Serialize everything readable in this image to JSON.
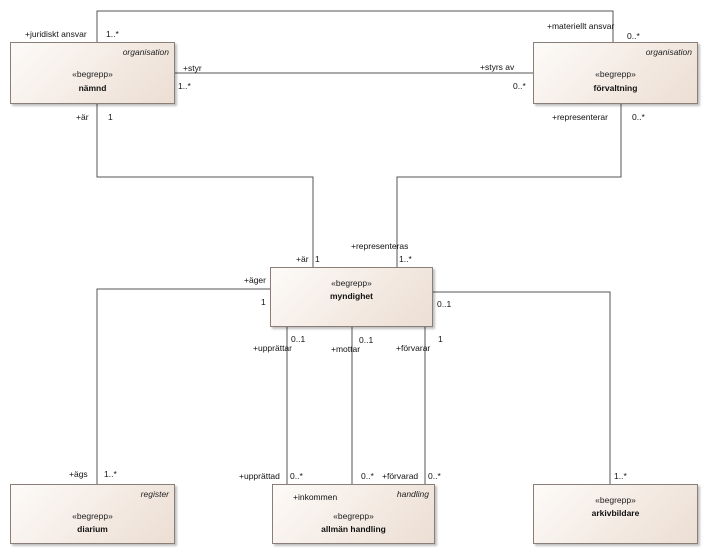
{
  "stereotype": "«begrepp»",
  "classes": {
    "namnd": {
      "package": "organisation",
      "name": "nämnd"
    },
    "forvaltning": {
      "package": "organisation",
      "name": "förvaltning"
    },
    "myndighet": {
      "name": "myndighet"
    },
    "diarium": {
      "package": "register",
      "name": "diarium"
    },
    "handling": {
      "package": "handling",
      "name": "allmän handling",
      "role_inside": "+inkommen"
    },
    "arkivbildare": {
      "name": "arkivbildare"
    }
  },
  "labels": {
    "juridiskt_ansvar": "+juridiskt ansvar",
    "mult_1_star_a": "1..*",
    "materiellt_ansvar": "+materiellt ansvar",
    "mult_0_star_a": "0..*",
    "styr": "+styr",
    "mult_1_star_b": "1..*",
    "styrs_av": "+styrs av",
    "mult_0_star_b": "0..*",
    "ar_top": "+är",
    "mult_1_a": "1",
    "representerar": "+representerar",
    "mult_0_star_c": "0..*",
    "representeras": "+representeras",
    "mult_1_star_c": "1..*",
    "ar_bottom": "+är",
    "mult_1_b": "1",
    "ager": "+äger",
    "mult_1_c": "1",
    "mult_01_a": "0..1",
    "mult_01_b": "0..1",
    "upprattar": "+upprättar",
    "mult_01_c": "0..1",
    "mottar": "+mottar",
    "mult_1_d": "1",
    "forvarar": "+förvarar",
    "ags": "+ägs",
    "mult_1_star_d": "1..*",
    "upprattad": "+upprättad",
    "mult_0_star_d": "0..*",
    "mult_0_star_e": "0..*",
    "forvarad": "+förvarad",
    "mult_0_star_f": "0..*",
    "mult_1_star_e": "1..*"
  }
}
